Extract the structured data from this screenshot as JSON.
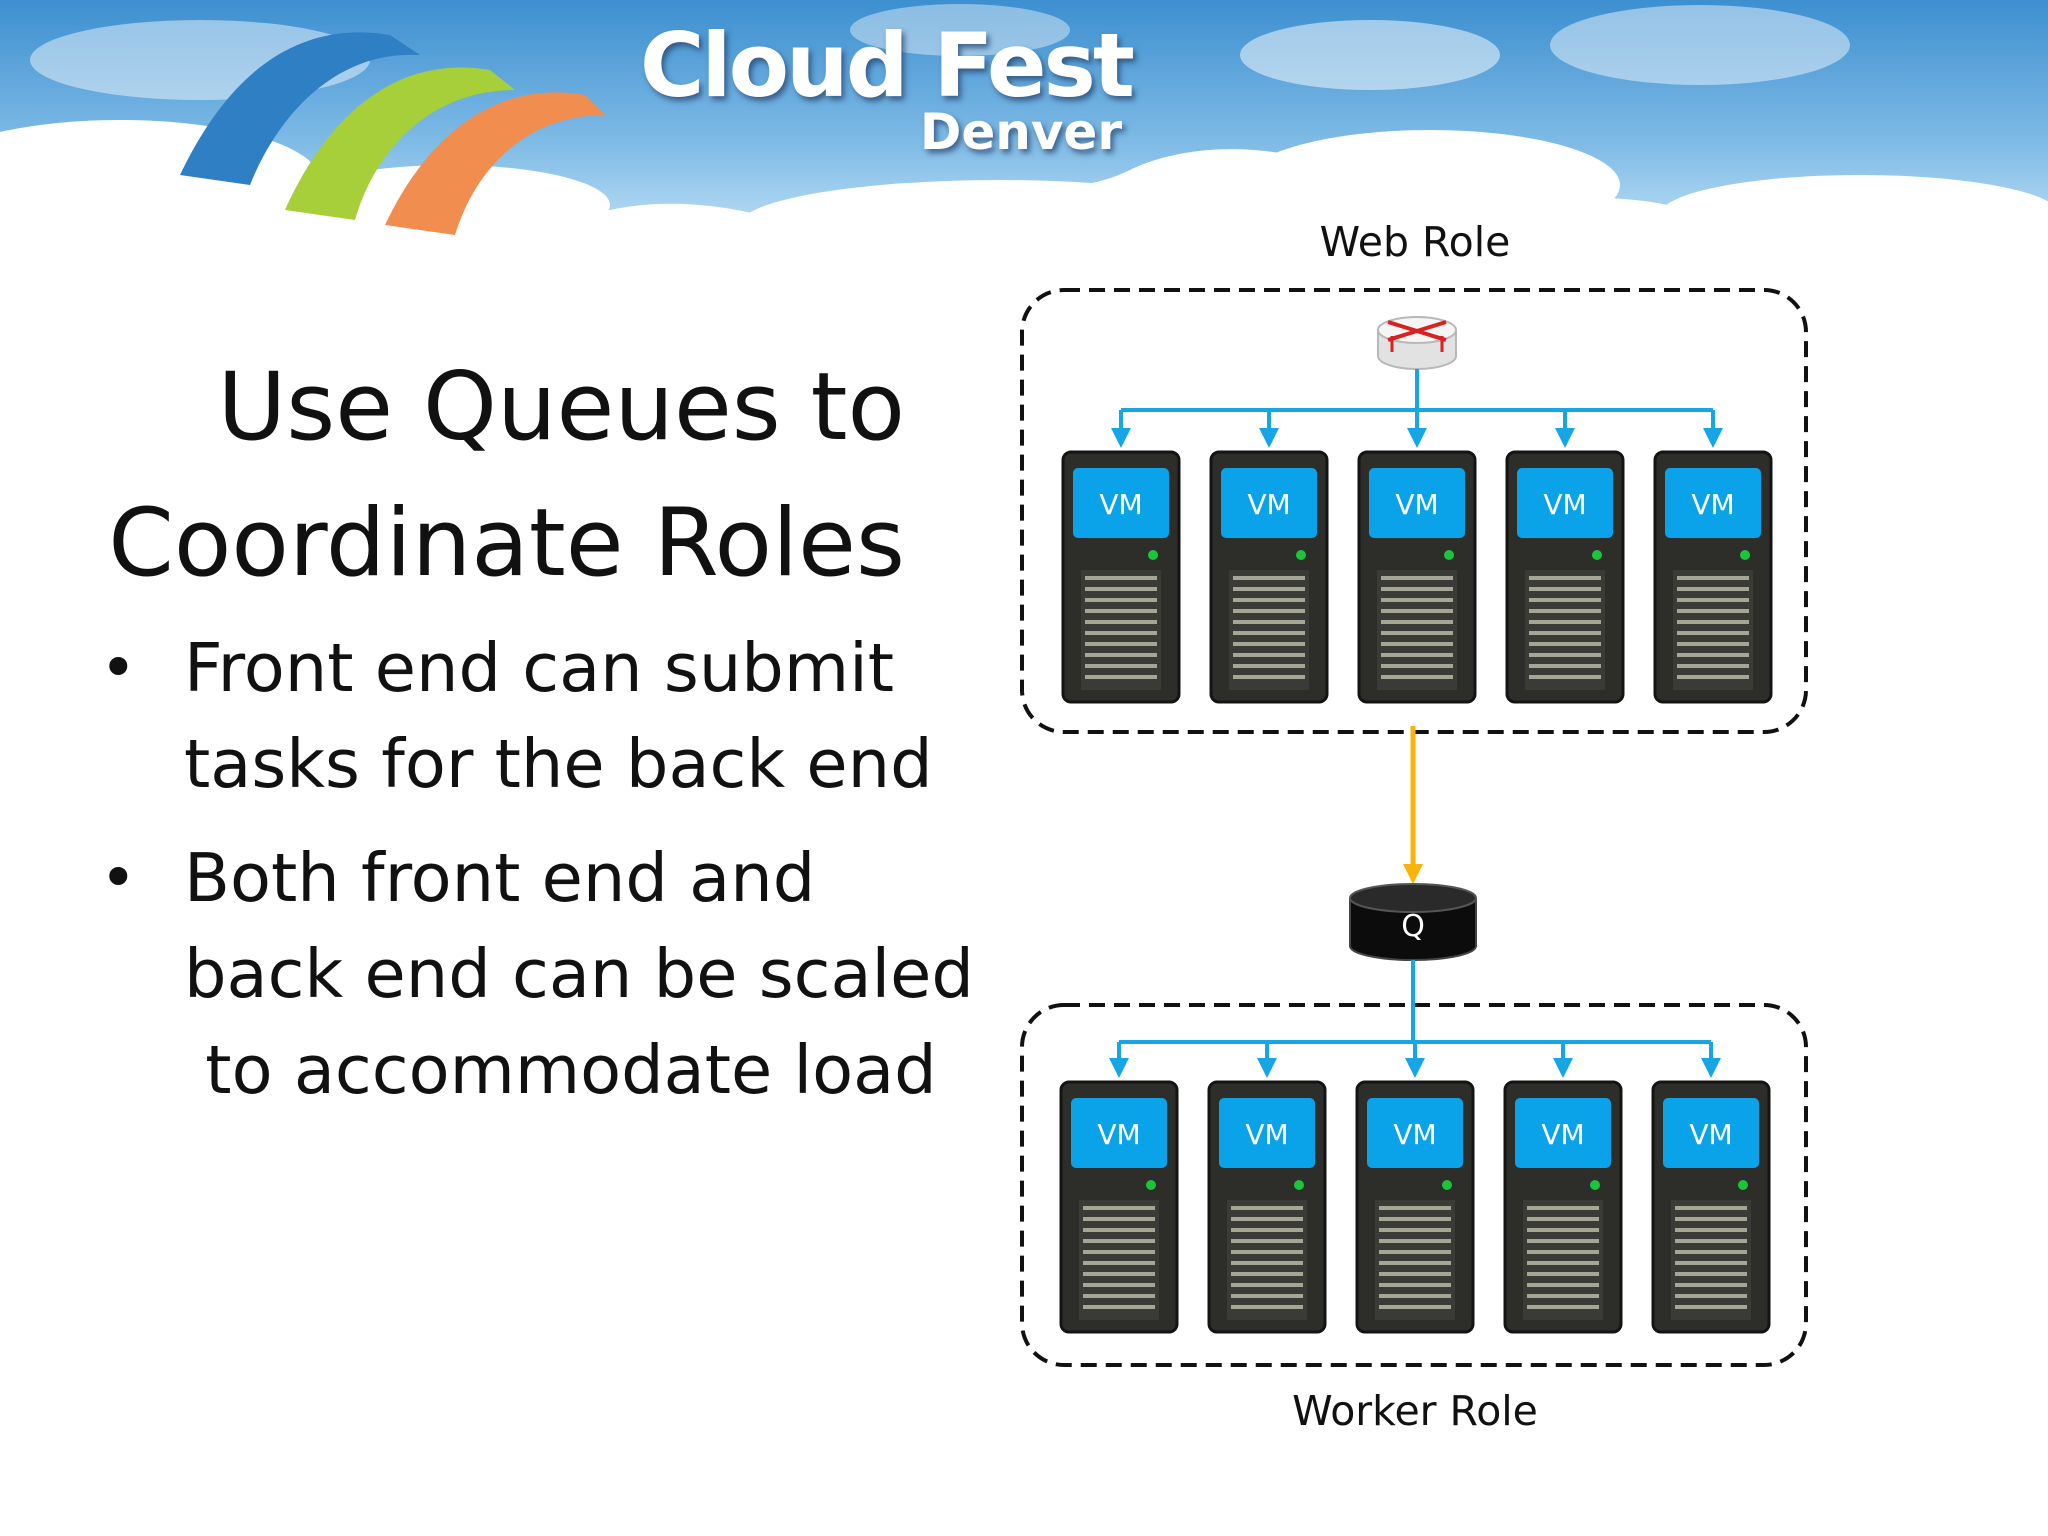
{
  "logo": {
    "main": "Cloud Fest",
    "sub": "Denver"
  },
  "slide": {
    "title_line1": "Use Queues to",
    "title_line2": "Coordinate Roles",
    "bullets": [
      {
        "lines": [
          "Front end can submit",
          "tasks for the back end"
        ]
      },
      {
        "lines": [
          "Both front end and",
          "back end can be scaled",
          " to accommodate load"
        ]
      }
    ]
  },
  "diagram": {
    "web_role_label": "Web Role",
    "worker_role_label": "Worker Role",
    "queue_label": "Q",
    "vm_label": "VM",
    "web_vm_count": 5,
    "worker_vm_count": 5,
    "colors": {
      "vm_screen": "#0aa2e8",
      "connector": "#16a6e6",
      "queue_arrow": "#f9b409",
      "server_body": "#2d2d2a",
      "status_led": "#1cc43b"
    }
  }
}
